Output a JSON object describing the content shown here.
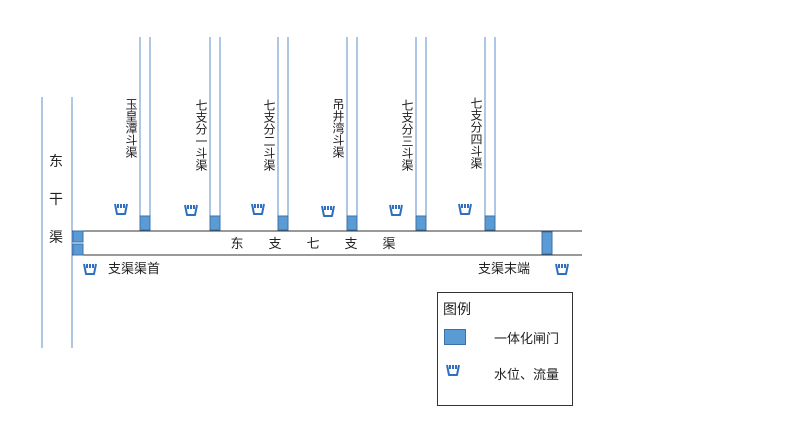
{
  "main_canal": {
    "label": [
      "东",
      "干",
      "渠"
    ]
  },
  "branch_canal": {
    "label": [
      "东",
      "支",
      "七",
      "支",
      "渠"
    ]
  },
  "laterals": [
    {
      "label": "玉皇潭斗渠"
    },
    {
      "label": "七支分一斗渠"
    },
    {
      "label": "七支分二斗渠"
    },
    {
      "label": "吊井湾斗渠"
    },
    {
      "label": "七支分三斗渠"
    },
    {
      "label": "七支分四斗渠"
    }
  ],
  "stations": {
    "head": "支渠渠首",
    "tail": "支渠末端"
  },
  "legend": {
    "title": "图例",
    "gate_label": "一体化闸门",
    "monitor_label": "水位、流量"
  },
  "colors": {
    "gate": "#5b9bd5",
    "line": "#5b8fc9",
    "icon": "#2f6fc0"
  }
}
